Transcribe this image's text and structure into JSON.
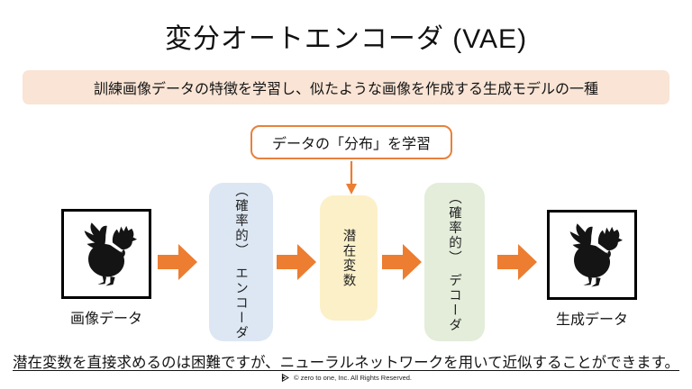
{
  "title": "変分オートエンコーダ (VAE)",
  "banner": {
    "text": "訓練画像データの特徴を学習し、似たような画像を作成する生成モデルの一種"
  },
  "callout": {
    "text": "データの「分布」を学習"
  },
  "flow": {
    "input": {
      "label": "画像データ",
      "icon": "rooster-icon"
    },
    "encoder": {
      "label": "（確率的）　エンコーダ"
    },
    "latent": {
      "label": "潜在変数"
    },
    "decoder": {
      "label": "（確率的）　デコーダ"
    },
    "output": {
      "label": "生成データ",
      "icon": "rooster-icon"
    }
  },
  "note": {
    "text": "潜在変数を直接求めるのは困難ですが、ニューラルネットワークを用いて近似することができます。"
  },
  "footer": {
    "text": "© zero to one, Inc. All Rights Reserved.",
    "logo": "zero-to-one-logo"
  },
  "colors": {
    "banner_bg": "#F9E4D5",
    "encoder_bg": "#DCE7F3",
    "latent_bg": "#FBF0C8",
    "decoder_bg": "#E3EDDA",
    "arrow": "#EC7D31",
    "callout_border": "#E8803C",
    "ink": "#141414"
  }
}
